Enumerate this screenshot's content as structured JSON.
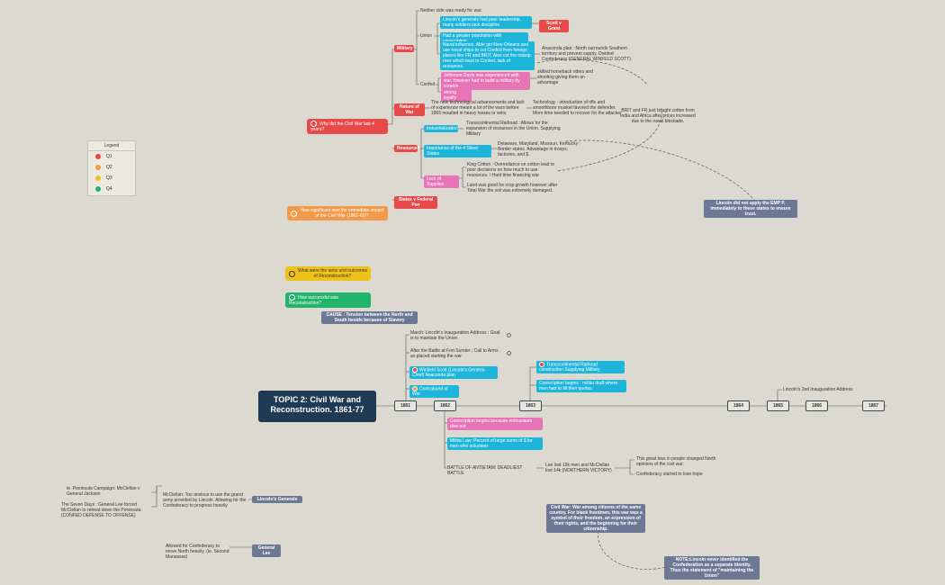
{
  "legend": {
    "title": "Legend",
    "items": [
      {
        "label": "Q1",
        "color": "#e84a4a"
      },
      {
        "label": "Q2",
        "color": "#f39a4a"
      },
      {
        "label": "Q3",
        "color": "#eec21a"
      },
      {
        "label": "Q4",
        "color": "#22b46a"
      }
    ]
  },
  "questions": {
    "q1": "Why did the Civil War last 4 years?",
    "q2": "How significant was the immediate impact of the Civil War (1861-65)?",
    "q3": "What were the aims and outcomes of Reconstruction?",
    "q4": "How successful was Reconstruction?"
  },
  "branches": {
    "military": "Military",
    "nature": "Nature of War",
    "resources": "Resources",
    "states": "States v Federal Pwr",
    "union": "Union",
    "confed": "Confed"
  },
  "military": {
    "neither": "Neither side was ready for war.",
    "lincoln_generals": "Lincoln's generals had poor leadership, many soldiers lack discipline",
    "scott_grant": "Scott v Grant",
    "population": "Had a greater population with conscription",
    "naval": "Naval influence. Able get New Orleans and use naval ships to cut Confed from foreign places like FR and BRIT. Also cut the missip. river which lead to Confed. lack of resources.",
    "anaconda": "Anaconda plan : North surrounds Southern territory and prevent supply. Divided Confederacy (GENERAL WINFELD SCOTT)",
    "davis": "Jefferson Davis was experienced with war, however had to build a military by scratch",
    "horseback": "skilled horseback riders and shooting giving them an advantage",
    "loyalty": "strong loyalty"
  },
  "nature": {
    "tech_adv": "The new technological advancements and lack of experience meant a lot of the wars before 1865 resulted in heavy losses or wins.",
    "technology": "Technology : introduction of rifle and smoothbore musket favored the defender. More time needed to recover for the attacker",
    "brit_fr": "BRIT and FR just bought cotton from India and Africa after prices increased due to the naval blockade."
  },
  "resources": {
    "industrialization": "Industrialization",
    "railroad": "Transcontinental Railroad : Allows for the expansion of resources in the Union. Supplying Military",
    "slave_states": "Importance of the 4 Slave States",
    "border": "Delaware, Maryland, Missouri, Kentucky : Border states. Advantage in troops, factories, and $.",
    "lack": "Lack of Supplies",
    "king_cotton": "King Cotton : Overreliance on cotton lead to poor decisions on how much to use resources. / Hard time financing war",
    "land": "Land was good for crop growth however after Total War the soil was extremely damaged."
  },
  "note_emp": "Lincoln did not apply the EMP P. immediately to these states to ensure trust.",
  "cause": "CAUSE : Tension between the North and South beside because of Slavery",
  "topic": "TOPIC 2: Civil War and Reconstruction. 1861-77",
  "years": [
    "1861",
    "1862",
    "1863",
    "1864",
    "1865",
    "1866",
    "1867"
  ],
  "y1861": {
    "march": "March: Lincoln's Inauguration Address ; Goal is to maintain the Union",
    "sumter": "After the Battle at Fort Sumter ; Call to Arms as placed starting the war",
    "winfield": "Winfield Scott (Lincoln's General-Chief) Anaconda plan",
    "contraband": "Contraband of War"
  },
  "y1862": {
    "conscription": "Conscription begins because enthusiasm dies out",
    "militia": "Militia Law: Percent of large sums of $ for men who volunteer.",
    "antietam": "BATTLE OF ANTIETAM: DEADLIEST BATTLE",
    "losses": "Lee lost 10k men and McClellan lost 14k (NORTHERN VICTORY)",
    "great_loss": "This great loss in people changed North opinions of the civil war.",
    "confed_lose": "Confederacy started to lose hope"
  },
  "y1863": {
    "railroad": "Transcontinental Railroad construction Supplying Military",
    "conscription": "Conscription begins : militia draft where men had to fill their quotas"
  },
  "y1865": {
    "inaug": "Lincoln's 2nd Inauguration Address"
  },
  "generals": {
    "label": "Lincoln's Generals",
    "peninsula": "ie. Peninsula Campaign: McClellan v General Jackson",
    "seven_days": "The Seven Days : General Lee forced McClellan to retreat down the Peninsula. (CONFED DEFENSE TO OFFENSE)",
    "mcclellan": "McClellan: Too anxious to use the grand army provided by Lincoln. Allowing for the Confederacy to progress heavily"
  },
  "lee": {
    "label": "General Lee",
    "allowed": "Allowed for Confederacy to move North heavily. (ie. Second Manassas)"
  },
  "civil_war_note": "Civil War: War among citizens of the same country. For black freedmen, this war was a symbol of their freedom, an expression of their rights, and the beginning for their citizenship.",
  "lincoln_note": "NOTE:Lincoln never identified the Confederation as a separate identity. Thus the statement of \"maintaining the Union\""
}
